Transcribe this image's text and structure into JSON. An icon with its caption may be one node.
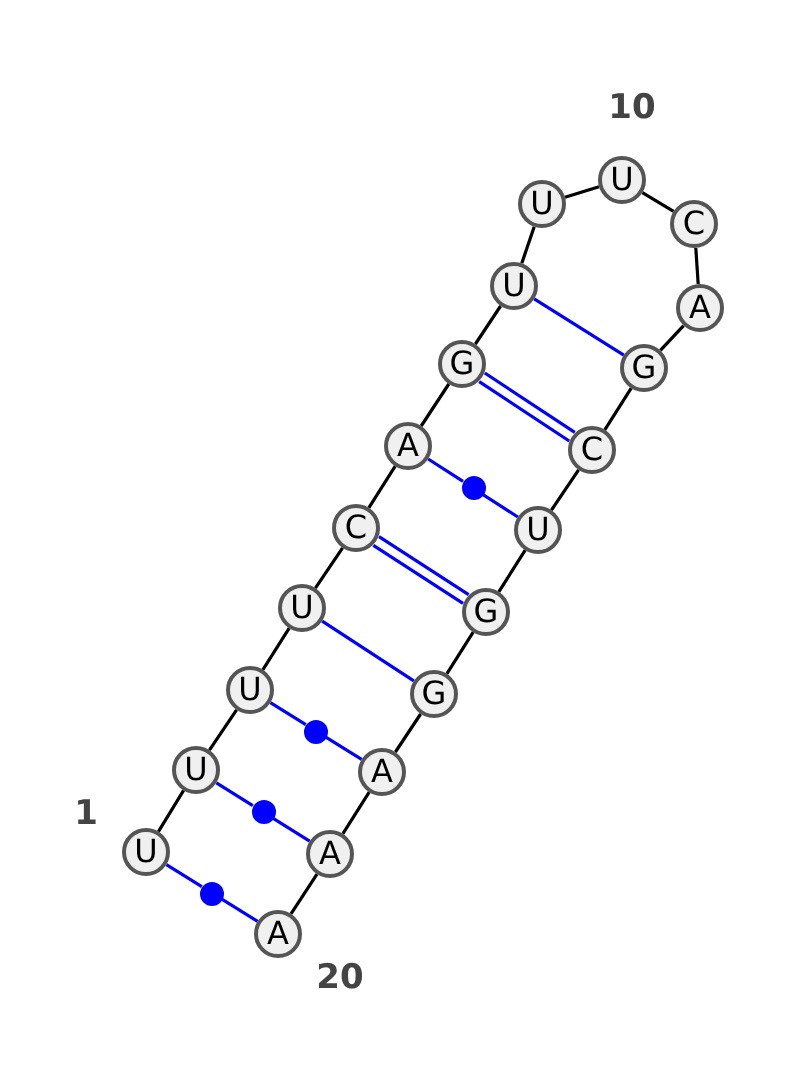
{
  "diagram": {
    "nodes": [
      {
        "text": [
          "U"
        ],
        "beside": [
          "1"
        ]
      },
      {
        "text": [
          "U"
        ]
      },
      {
        "text": [
          "U"
        ]
      },
      {
        "text": [
          "U"
        ]
      },
      {
        "text": [
          "C"
        ]
      },
      {
        "text": [
          "A"
        ]
      },
      {
        "text": [
          "G"
        ]
      },
      {
        "text": [
          "U"
        ]
      },
      {
        "text": [
          "U"
        ]
      },
      {
        "text": [
          "U"
        ],
        "beside": [
          "10"
        ]
      },
      {
        "text": [
          "C"
        ]
      },
      {
        "text": [
          "A"
        ]
      },
      {
        "text": [
          "G"
        ]
      },
      {
        "text": [
          "C"
        ]
      },
      {
        "text": [
          "U"
        ]
      },
      {
        "text": [
          "G"
        ]
      },
      {
        "text": [
          "G"
        ]
      },
      {
        "text": [
          "A"
        ]
      },
      {
        "text": [
          "A"
        ]
      },
      {
        "text": [
          "A"
        ],
        "beside": [
          "20"
        ]
      },
      {
        "text": [],
        "shape": "circle"
      },
      {
        "text": [],
        "shape": "circle"
      },
      {
        "text": [],
        "shape": "circle"
      },
      {
        "text": [],
        "shape": "circle"
      }
    ],
    "edges": [
      {
        "from": 0,
        "to": 1,
        "arrow": "none"
      },
      {
        "from": 1,
        "to": 2,
        "arrow": "none"
      },
      {
        "from": 2,
        "to": 3,
        "arrow": "none"
      },
      {
        "from": 3,
        "to": 4,
        "arrow": "none"
      },
      {
        "from": 4,
        "to": 5,
        "arrow": "none"
      },
      {
        "from": 5,
        "to": 6,
        "arrow": "none"
      },
      {
        "from": 6,
        "to": 7,
        "arrow": "none"
      },
      {
        "from": 7,
        "to": 8,
        "arrow": "none"
      },
      {
        "from": 8,
        "to": 9,
        "arrow": "none"
      },
      {
        "from": 9,
        "to": 10,
        "arrow": "none"
      },
      {
        "from": 10,
        "to": 11,
        "arrow": "none"
      },
      {
        "from": 11,
        "to": 12,
        "arrow": "none"
      },
      {
        "from": 12,
        "to": 13,
        "arrow": "none"
      },
      {
        "from": 13,
        "to": 14,
        "arrow": "none"
      },
      {
        "from": 14,
        "to": 15,
        "arrow": "none"
      },
      {
        "from": 15,
        "to": 16,
        "arrow": "none"
      },
      {
        "from": 16,
        "to": 17,
        "arrow": "none"
      },
      {
        "from": 17,
        "to": 18,
        "arrow": "none"
      },
      {
        "from": 18,
        "to": 19,
        "arrow": "none"
      },
      {
        "from": 7,
        "to": 12,
        "arrow": "none",
        "color": "#0000ff"
      },
      {
        "from": 6,
        "to": 13,
        "arrow": "none",
        "color": "#0000ff"
      },
      {
        "from": 6,
        "to": 13,
        "arrow": "none",
        "color": "#0000ff"
      },
      {
        "from": 5,
        "to": 20,
        "arrow": "none",
        "color": "#0000ff"
      },
      {
        "from": 20,
        "to": 14,
        "arrow": "none",
        "color": "#0000ff"
      },
      {
        "from": 4,
        "to": 15,
        "arrow": "none",
        "color": "#0000ff"
      },
      {
        "from": 4,
        "to": 15,
        "arrow": "none",
        "color": "#0000ff"
      },
      {
        "from": 3,
        "to": 16,
        "arrow": "none",
        "color": "#0000ff"
      },
      {
        "from": 2,
        "to": 21,
        "arrow": "none",
        "color": "#0000ff"
      },
      {
        "from": 21,
        "to": 17,
        "arrow": "none",
        "color": "#0000ff"
      },
      {
        "from": 1,
        "to": 22,
        "arrow": "none",
        "color": "#0000ff"
      },
      {
        "from": 22,
        "to": 18,
        "arrow": "none",
        "color": "#0000ff"
      },
      {
        "from": 0,
        "to": 23,
        "arrow": "none",
        "color": "#0000ff"
      },
      {
        "from": 23,
        "to": 19,
        "arrow": "none",
        "color": "#0000ff"
      }
    ]
  }
}
